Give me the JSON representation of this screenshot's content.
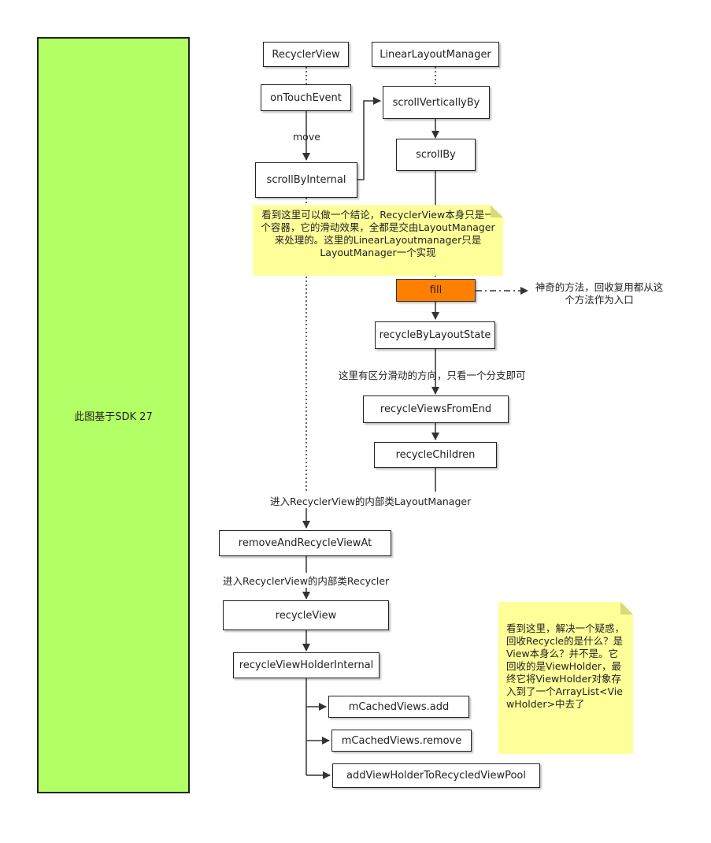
{
  "panel": {
    "label": "此图基于SDK 27"
  },
  "nodes": {
    "recyclerview": "RecyclerView",
    "llm": "LinearLayoutManager",
    "ontouch": "onTouchEvent",
    "scrollvert": "scrollVerticallyBy",
    "scrollby": "scrollBy",
    "scrollinternal": "scrollByInternal",
    "fill": "fill",
    "recyclebylayout": "recycleByLayoutState",
    "recyclefromend": "recycleViewsFromEnd",
    "recyclechildren": "recycleChildren",
    "removeandrecycle": "removeAndRecycleViewAt",
    "recycleview": "recycleView",
    "recycleholderinternal": "recycleViewHolderInternal",
    "cachedadd": "mCachedViews.add",
    "cachedremove": "mCachedViews.remove",
    "addtopool": "addViewHolderToRecycledViewPool"
  },
  "labels": {
    "move": "move",
    "fill_note": "神奇的方法，回收复用都从这个方法作为入口",
    "direction": "这里有区分滑动的方向，只看一个分支即可",
    "enter_layoutmanager": "进入RecyclerView的内部类LayoutManager",
    "enter_recycler": "进入RecyclerView的内部类Recycler"
  },
  "notes": {
    "conclusion": "看到这里可以做一个结论，RecyclerView本身只是一个容器，它的滑动效果，全都是交由LayoutManager来处理的。这里的LinearLayoutmanager只是LayoutManager一个实现",
    "viewholder": "看到这里，解决一个疑惑，回收Recycle的是什么？是View本身么？并不是。它回收的是ViewHolder，最终它将ViewHolder对象存入到了一个ArrayList<ViewHolder>中去了"
  },
  "colors": {
    "panel": "#b3ff66",
    "fill_node": "#ff8000",
    "note": "#ffff99",
    "line": "#333333"
  }
}
